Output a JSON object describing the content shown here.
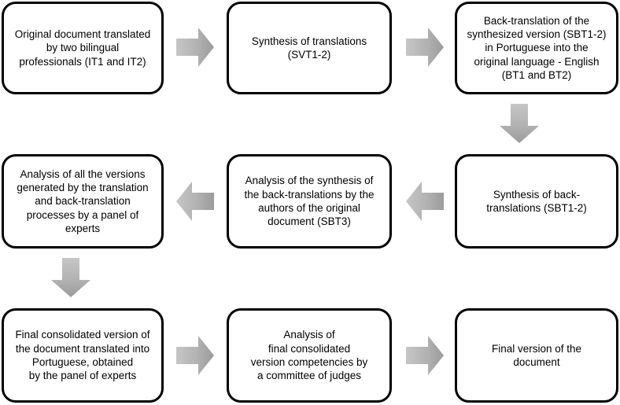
{
  "diagram": {
    "title": "Translation and cross-cultural adaptation process flowchart",
    "colors": {
      "node_border": "#000000",
      "node_fill": "#ffffff",
      "arrow_fill_light": "#c3c3c3",
      "arrow_fill_dark": "#9f9f9f",
      "text": "#000000"
    },
    "nodes": [
      {
        "id": "node-1",
        "name": "original-translation",
        "text": "Original document translated\nby two bilingual\nprofessionals (IT1 and IT2)"
      },
      {
        "id": "node-2",
        "name": "synthesis-of-translations",
        "text": "Synthesis of translations\n(SVT1-2)"
      },
      {
        "id": "node-3",
        "name": "back-translation",
        "text": "Back-translation of the\nsynthesized version (SBT1-2)\nin Portuguese into the\noriginal language - English\n(BT1 and BT2)"
      },
      {
        "id": "node-4",
        "name": "expert-panel-analysis",
        "text": "Analysis of all the versions\ngenerated by the translation\nand back-translation\nprocesses by a panel of\nexperts"
      },
      {
        "id": "node-5",
        "name": "authors-analysis",
        "text": "Analysis of the synthesis of\nthe back-translations by the\nauthors of the original\ndocument (SBT3)"
      },
      {
        "id": "node-6",
        "name": "synthesis-of-back-translations",
        "text": "Synthesis of back-\ntranslations (SBT1-2)"
      },
      {
        "id": "node-7",
        "name": "final-consolidated-version",
        "text": "Final consolidated version of\nthe document translated into\nPortuguese, obtained\nby the panel of experts"
      },
      {
        "id": "node-8",
        "name": "committee-of-judges-analysis",
        "text": "Analysis of\nfinal consolidated\nversion competencies by\na committee of judges"
      },
      {
        "id": "node-9",
        "name": "final-document",
        "text": "Final version of the\ndocument"
      }
    ],
    "arrows": [
      {
        "id": "arrow-1",
        "name": "arrow-right-icon",
        "direction": "right",
        "from": "node-1",
        "to": "node-2"
      },
      {
        "id": "arrow-2",
        "name": "arrow-right-icon",
        "direction": "right",
        "from": "node-2",
        "to": "node-3"
      },
      {
        "id": "arrow-3",
        "name": "arrow-down-icon",
        "direction": "down",
        "from": "node-3",
        "to": "node-6"
      },
      {
        "id": "arrow-4",
        "name": "arrow-left-icon",
        "direction": "left",
        "from": "node-6",
        "to": "node-5"
      },
      {
        "id": "arrow-5",
        "name": "arrow-left-icon",
        "direction": "left",
        "from": "node-5",
        "to": "node-4"
      },
      {
        "id": "arrow-6",
        "name": "arrow-down-icon",
        "direction": "down",
        "from": "node-4",
        "to": "node-7"
      },
      {
        "id": "arrow-7",
        "name": "arrow-right-icon",
        "direction": "right",
        "from": "node-7",
        "to": "node-8"
      },
      {
        "id": "arrow-8",
        "name": "arrow-right-icon",
        "direction": "right",
        "from": "node-8",
        "to": "node-9"
      }
    ]
  }
}
